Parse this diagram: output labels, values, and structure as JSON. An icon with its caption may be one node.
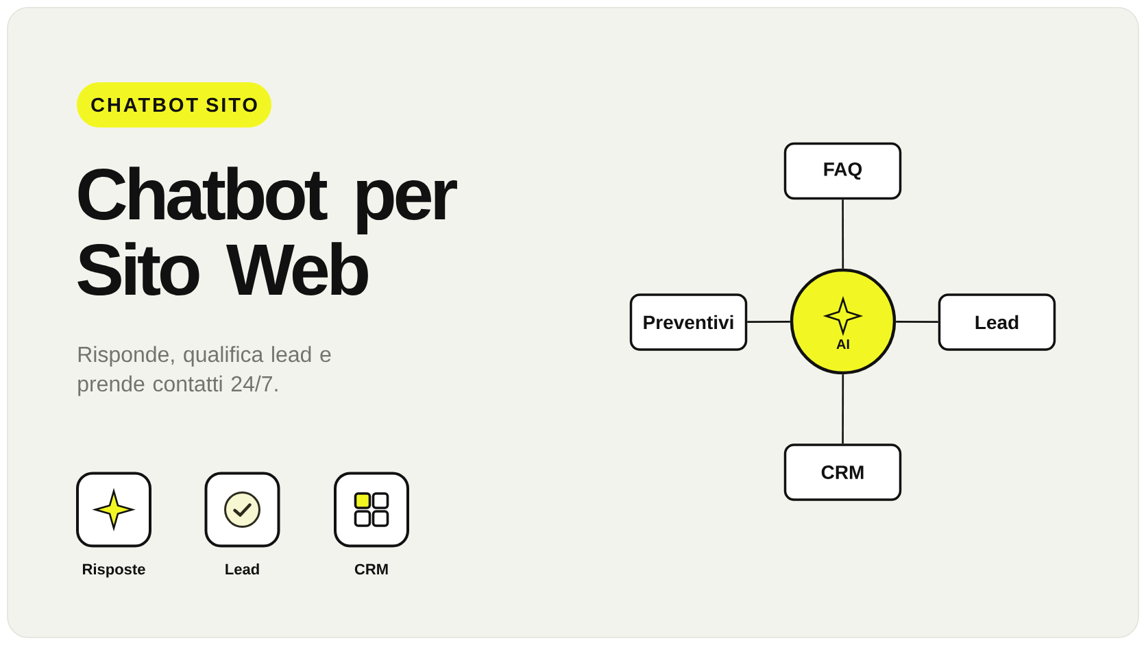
{
  "diagram": {
    "title": "Chatbot per Sito Web",
    "nodes": [
      {
        "text": [
          "CHATBOT SITO"
        ]
      },
      {
        "text": [
          "Risposte"
        ]
      },
      {
        "text": [
          "Lead"
        ]
      },
      {
        "text": [
          "CRM"
        ]
      },
      {
        "text": [
          "FAQ"
        ]
      },
      {
        "text": [
          "Preventivi"
        ]
      },
      {
        "text": [
          "AI"
        ]
      },
      {
        "text": [
          "Lead"
        ]
      },
      {
        "text": [
          "CRM"
        ]
      }
    ],
    "edges": [
      {
        "from": 6,
        "to": 4,
        "arrow": "none"
      },
      {
        "from": 6,
        "to": 5,
        "arrow": "none"
      },
      {
        "from": 6,
        "to": 7,
        "arrow": "none"
      },
      {
        "from": 6,
        "to": 8,
        "arrow": "none"
      }
    ],
    "labels": [
      "Risponde, qualifica lead e prende contatti 24/7."
    ]
  }
}
